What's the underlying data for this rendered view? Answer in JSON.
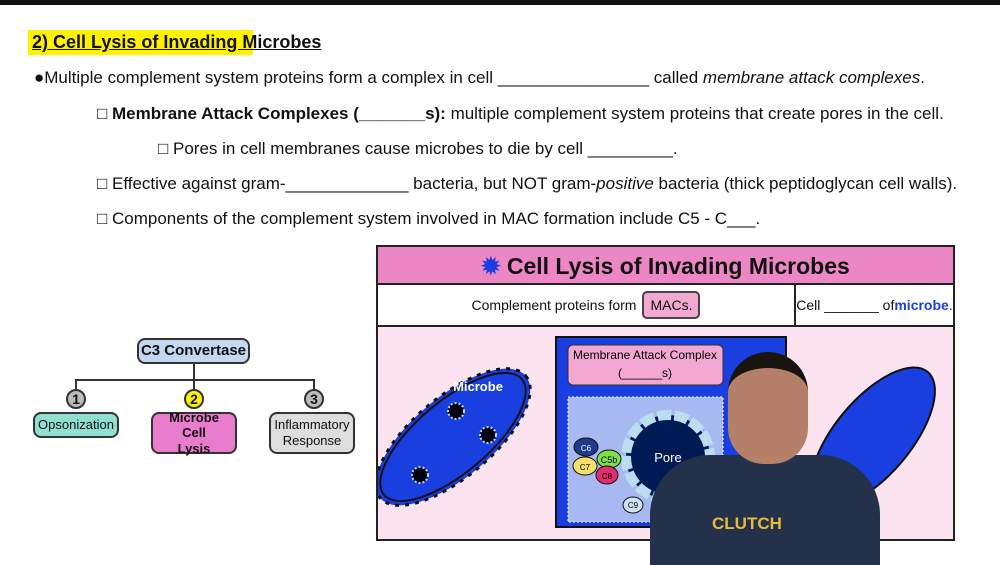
{
  "heading": "2) Cell Lysis of Invading Microbes",
  "bullets": [
    "●Multiple complement system proteins form a complex in cell ________________ called ",
    "membrane attack complexes",
    "."
  ],
  "sub1_bold": "□ Membrane Attack Complexes (_______s):",
  "sub1_rest": " multiple complement system proteins that create pores in the cell.",
  "sub2": "□ Pores in cell membranes cause microbes to die by cell _________.",
  "sub3_a": "□ Effective against gram-_____________ bacteria, but NOT gram-",
  "sub3_i": "positive",
  "sub3_b": " bacteria (thick peptidoglycan cell walls).",
  "sub4": "□ Components of the complement system involved in MAC formation include C5 - C___.",
  "tree": {
    "root": "C3 Convertase",
    "children": [
      {
        "num": "1",
        "label": "Opsonization"
      },
      {
        "num": "2",
        "label": "Microbe Cell Lysis"
      },
      {
        "num": "3",
        "label": "Inflammatory Response"
      }
    ]
  },
  "panel": {
    "title": "Cell Lysis of Invading Microbes",
    "left_text": "Complement proteins form",
    "macs": "MACs.",
    "right_a": "Cell _______ of ",
    "right_b": "microbe",
    "right_c": ".",
    "microbe": "Microbe",
    "mac_title": "Membrane Attack Complex",
    "mac_blank": "(______s)",
    "pore": "Pore",
    "proteins": [
      "C6",
      "C7",
      "C5b",
      "C8",
      "C9"
    ]
  },
  "presenter_shirt": "CLUTCH",
  "colors": {
    "highlight": "#fff200",
    "panel_header": "#ec86c4",
    "microbe": "#1a3fe0",
    "link": "#1a3fe0"
  }
}
